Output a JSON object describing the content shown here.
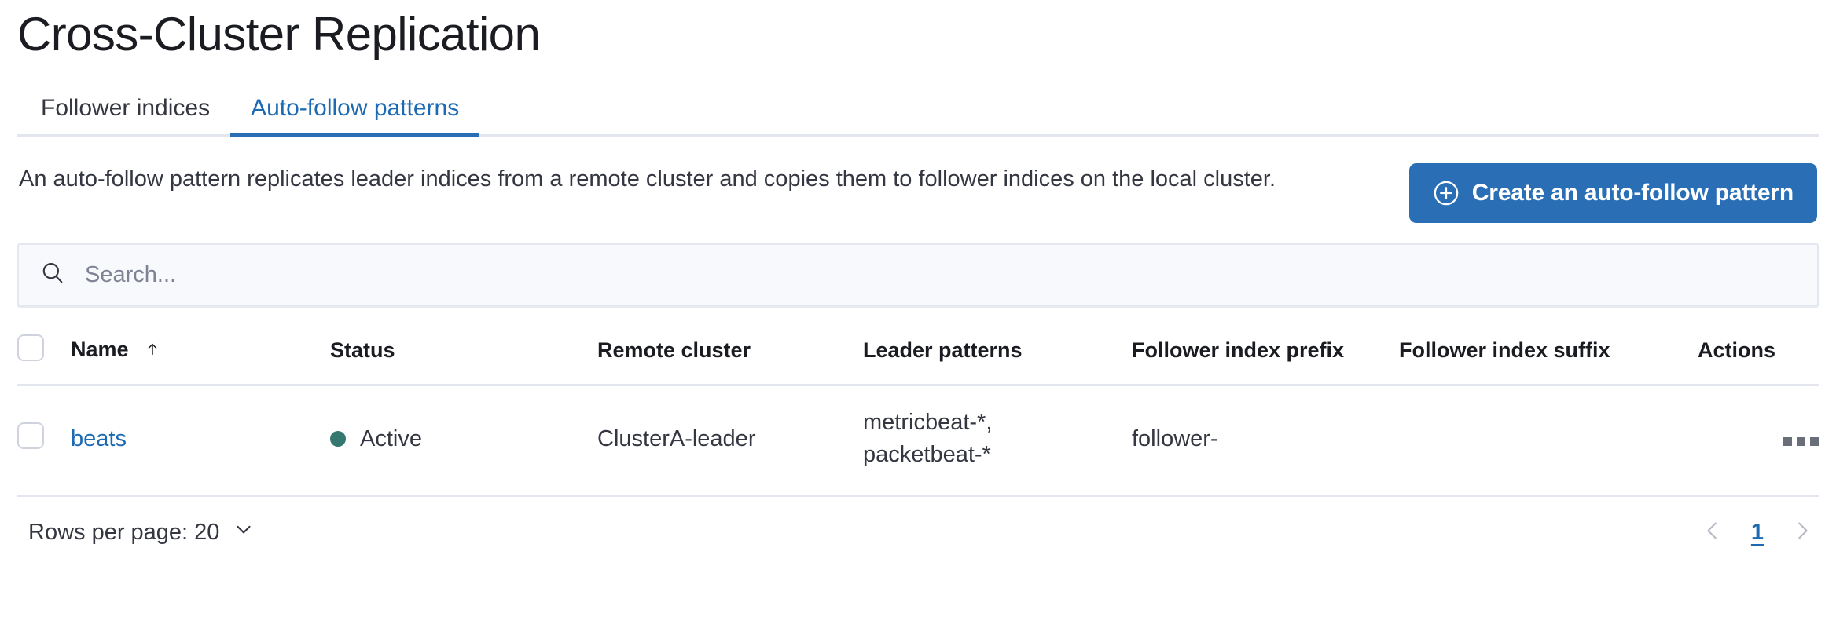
{
  "header": {
    "title": "Cross-Cluster Replication"
  },
  "tabs": [
    {
      "label": "Follower indices",
      "active": false
    },
    {
      "label": "Auto-follow patterns",
      "active": true
    }
  ],
  "intro": {
    "description": "An auto-follow pattern replicates leader indices from a remote cluster and copies them to follower indices on the local cluster.",
    "cta_label": "Create an auto-follow pattern",
    "cta_icon": "plus-in-circle-icon",
    "cta_color": "#2a6fb6"
  },
  "search": {
    "placeholder": "Search...",
    "value": "",
    "icon": "search-icon"
  },
  "table": {
    "columns": [
      {
        "label": "Name",
        "sorted": true,
        "sort_direction": "asc"
      },
      {
        "label": "Status"
      },
      {
        "label": "Remote cluster"
      },
      {
        "label": "Leader patterns"
      },
      {
        "label": "Follower index prefix"
      },
      {
        "label": "Follower index suffix"
      },
      {
        "label": "Actions"
      }
    ],
    "rows": [
      {
        "selected": false,
        "name": "beats",
        "status": "Active",
        "status_color": "#35786f",
        "remote_cluster": "ClusterA-leader",
        "leader_patterns": "metricbeat-*,\npacketbeat-*",
        "follower_index_prefix": "follower-",
        "follower_index_suffix": "",
        "actions_icon": "boxes-horizontal-icon"
      }
    ]
  },
  "footer": {
    "rows_per_page_label": "Rows per page: 20",
    "rows_per_page_icon": "chevron-down-icon",
    "prev_icon": "chevron-left-icon",
    "next_icon": "chevron-right-icon",
    "current_page": "1"
  }
}
